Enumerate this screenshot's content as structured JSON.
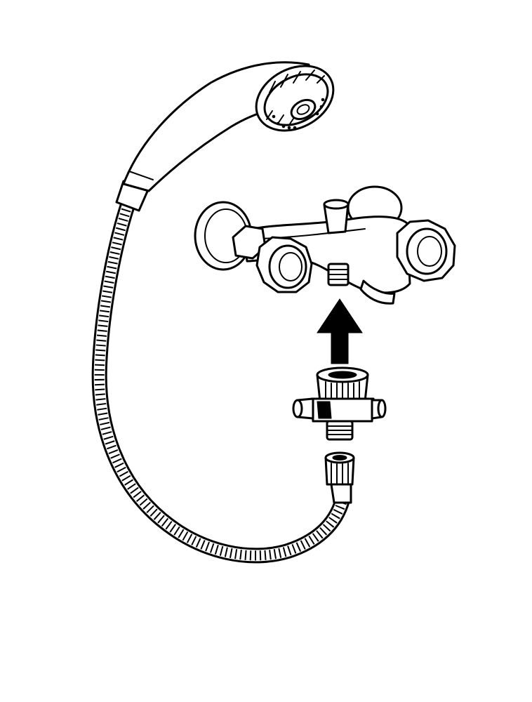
{
  "figure": {
    "parts": [
      {
        "name": "hand-shower-head",
        "icon": "shower-head-icon"
      },
      {
        "name": "flexible-shower-hose",
        "icon": "hose-icon"
      },
      {
        "name": "wall-mixer-tap",
        "icon": "faucet-icon"
      },
      {
        "name": "diverter-valve",
        "icon": "diverter-icon"
      },
      {
        "name": "hose-connector-nut",
        "icon": "hex-nut-icon"
      }
    ],
    "arrow_direction": "up",
    "colors": {
      "ink": "#000000",
      "paper": "#ffffff"
    }
  }
}
